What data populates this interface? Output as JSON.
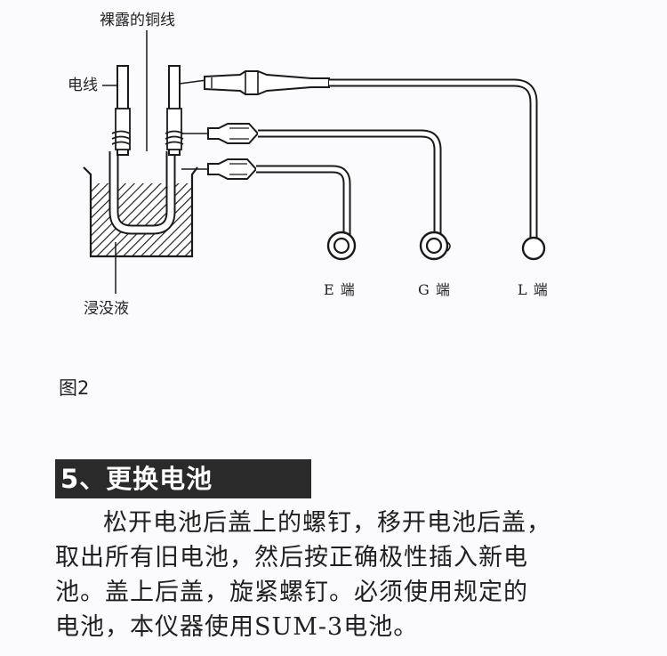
{
  "figure": {
    "labels": {
      "bare_wire": "裸露的铜线",
      "wire": "电线",
      "immersion_liquid": "浸没液"
    },
    "terminals": [
      {
        "label": "E 端"
      },
      {
        "label": "G 端"
      },
      {
        "label": "L 端"
      }
    ],
    "caption": "图2"
  },
  "section": {
    "heading": "5、更换电池",
    "lines": [
      "松开电池后盖上的螺钉，移开电池后盖，",
      "取出所有旧电池，然后按正确极性插入新电",
      "池。盖上后盖，旋紧螺钉。必须使用规定的",
      "电池，本仪器使用SUM-3电池。"
    ]
  },
  "colors": {
    "ink": "#1a1a1a",
    "heading_bg": "#2a2a2a",
    "heading_fg": "#ffffff",
    "page_bg": "#fbfbfd"
  }
}
